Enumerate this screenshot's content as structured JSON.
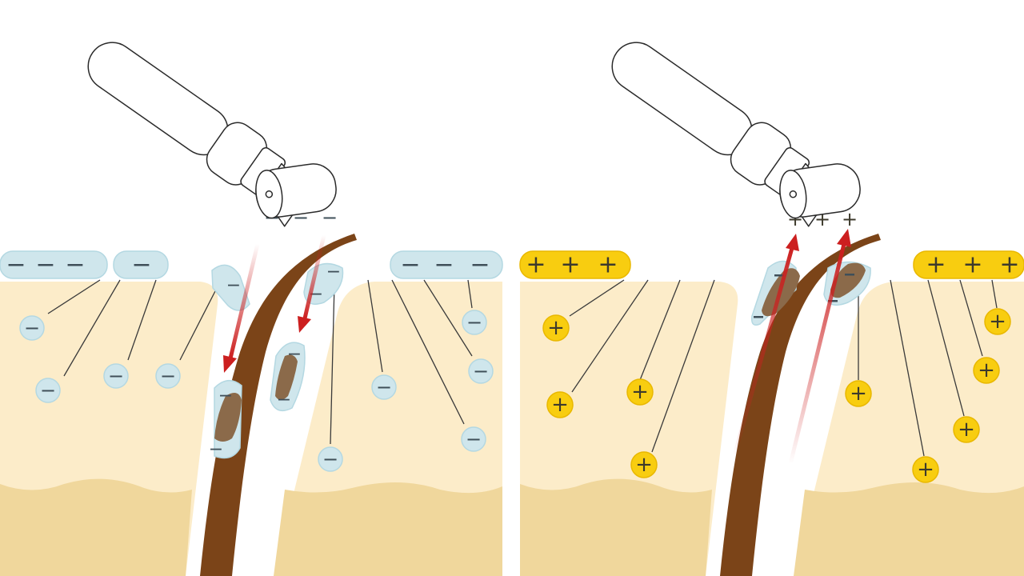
{
  "panels": [
    {
      "id": "negative",
      "charge_symbol": "−",
      "colors": {
        "charge_fill": "#cfe6ec",
        "charge_stroke": "#b4d8e2",
        "symbol": "#3f4f59",
        "skin_upper": "#fcecc9",
        "skin_lower": "#f0d79c",
        "hair": "#7b4418",
        "arrow": "#cc1f1f"
      },
      "arrow_direction": "into-follicle"
    },
    {
      "id": "positive",
      "charge_symbol": "+",
      "colors": {
        "charge_fill": "#f8cd10",
        "charge_stroke": "#e9b800",
        "symbol": "#3d3a2c",
        "skin_upper": "#fcecc9",
        "skin_lower": "#f0d79c",
        "hair": "#7b4418",
        "arrow": "#cc1f1f"
      },
      "arrow_direction": "out-of-follicle"
    }
  ],
  "icons": [
    "roller-device-icon",
    "hair-strand-icon",
    "arrow-icon"
  ]
}
